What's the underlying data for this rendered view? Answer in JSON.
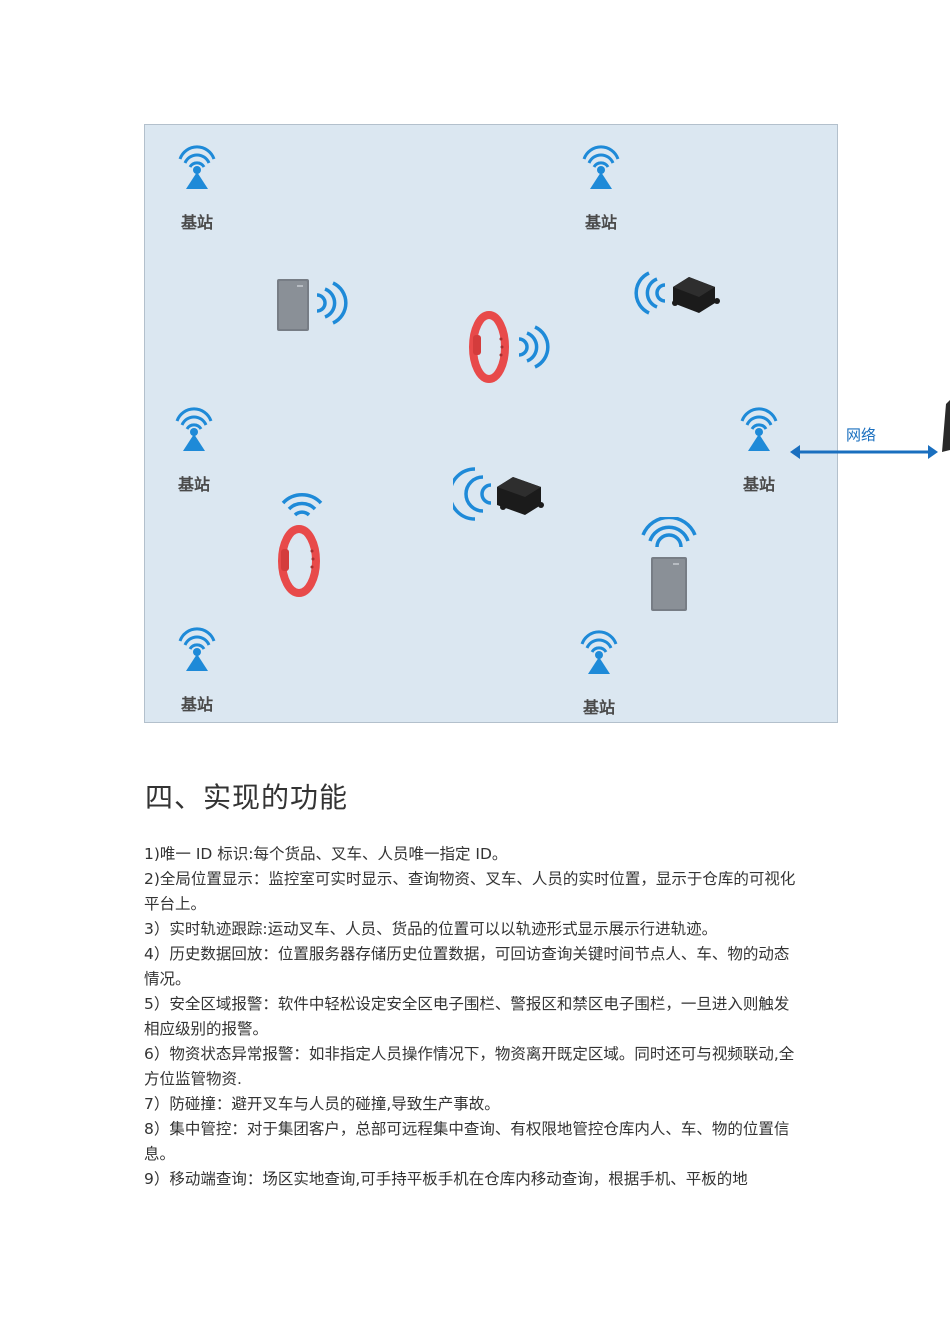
{
  "diagram": {
    "station_label": "基站",
    "network_label": "网络",
    "colors": {
      "signal": "#1e8ad8",
      "background": "#dbe7f1",
      "network": "#1a6fbf"
    },
    "devices": [
      "card-tag-icon",
      "wristband-icon",
      "asset-tag-icon"
    ]
  },
  "section": {
    "heading": "四、实现的功能",
    "items": [
      "1)唯一 ID 标识:每个货品、叉车、人员唯一指定 ID。",
      "2)全局位置显示：监控室可实时显示、查询物资、叉车、人员的实时位置，显示于仓库的可视化平台上。",
      "3）实时轨迹跟踪:运动叉车、人员、货品的位置可以以轨迹形式显示展示行进轨迹。",
      "4）历史数据回放：位置服务器存储历史位置数据，可回访查询关键时间节点人、车、物的动态情况。",
      "5）安全区域报警：软件中轻松设定安全区电子围栏、警报区和禁区电子围栏，一旦进入则触发相应级别的报警。",
      "6）物资状态异常报警：如非指定人员操作情况下，物资离开既定区域。同时还可与视频联动,全方位监管物资.",
      "7）防碰撞：避开叉车与人员的碰撞,导致生产事故。",
      "8）集中管控：对于集团客户，总部可远程集中查询、有权限地管控仓库内人、车、物的位置信息。",
      "9）移动端查询：场区实地查询,可手持平板手机在仓库内移动查询，根据手机、平板的地"
    ]
  }
}
